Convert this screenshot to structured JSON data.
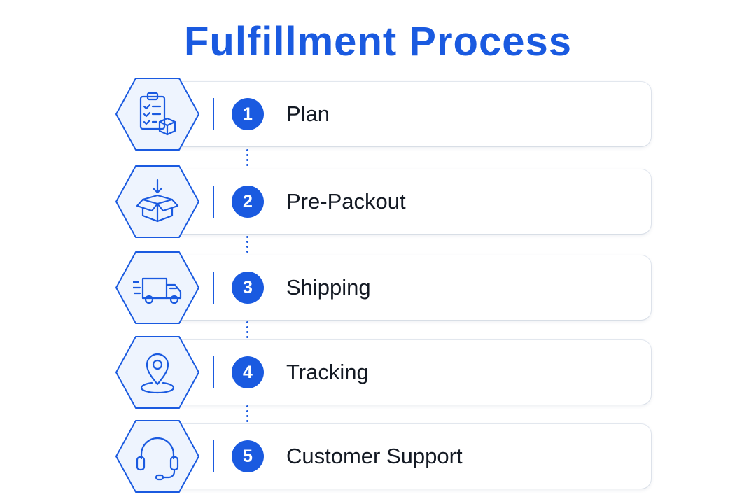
{
  "title": "Fulfillment Process",
  "colors": {
    "accent": "#1a5ae0",
    "hex_fill": "#eef4fe",
    "text": "#141a24",
    "card_bg": "#ffffff"
  },
  "steps": [
    {
      "number": "1",
      "label": "Plan",
      "icon": "clipboard-box-icon"
    },
    {
      "number": "2",
      "label": "Pre-Packout",
      "icon": "open-box-arrow-icon"
    },
    {
      "number": "3",
      "label": "Shipping",
      "icon": "delivery-truck-icon"
    },
    {
      "number": "4",
      "label": "Tracking",
      "icon": "location-pin-icon"
    },
    {
      "number": "5",
      "label": "Customer Support",
      "icon": "headset-icon"
    }
  ]
}
